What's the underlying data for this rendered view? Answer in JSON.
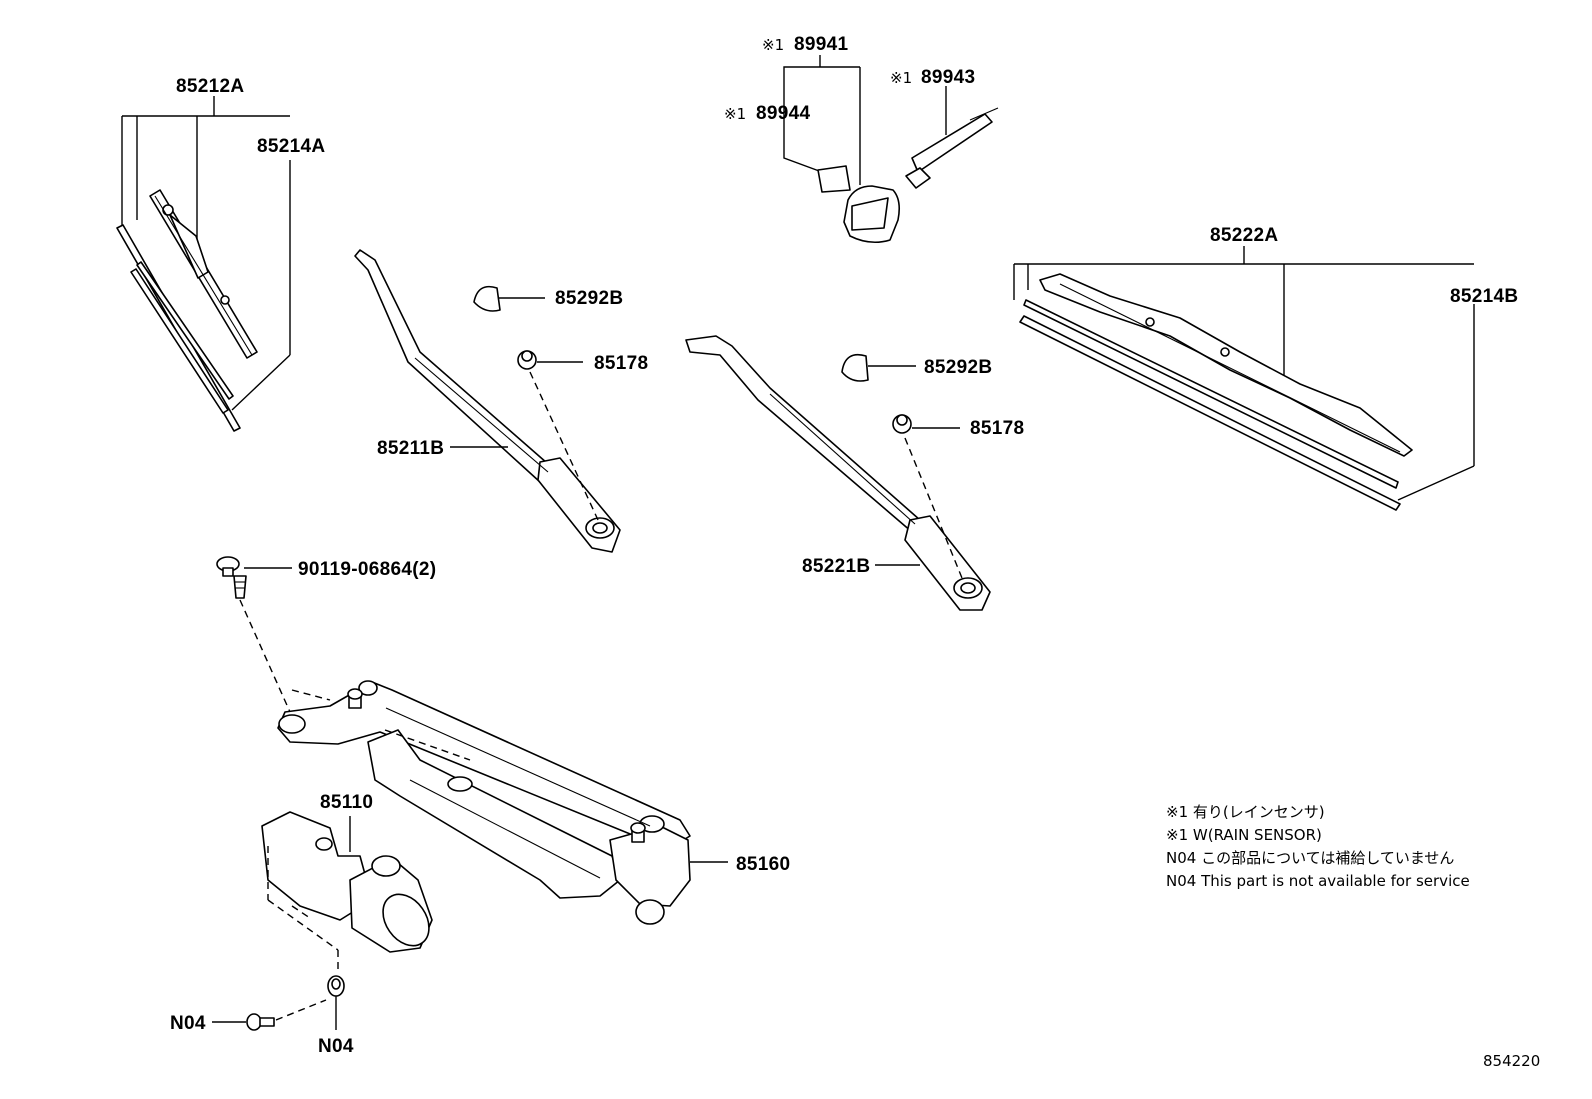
{
  "part_labels": {
    "p85212A": "85212A",
    "p85214A": "85214A",
    "p85292B_left": "85292B",
    "p85178_left": "85178",
    "p85211B": "85211B",
    "p89941": "89941",
    "p89943": "89943",
    "p89944": "89944",
    "p85292B_right": "85292B",
    "p85178_right": "85178",
    "p85221B": "85221B",
    "p85222A": "85222A",
    "p85214B": "85214B",
    "p90119": "90119-06864(2)",
    "p85110": "85110",
    "p85160": "85160",
    "n04_bolt": "N04",
    "n04_nut": "N04"
  },
  "markers": {
    "m89941": "※1",
    "m89943": "※1",
    "m89944": "※1"
  },
  "notes": [
    "※1 有り(レインセンサ)",
    "※1 W(RAIN SENSOR)",
    "N04 この部品については補給していません",
    "N04 This part is not available for service"
  ],
  "diagram_id": "854220"
}
